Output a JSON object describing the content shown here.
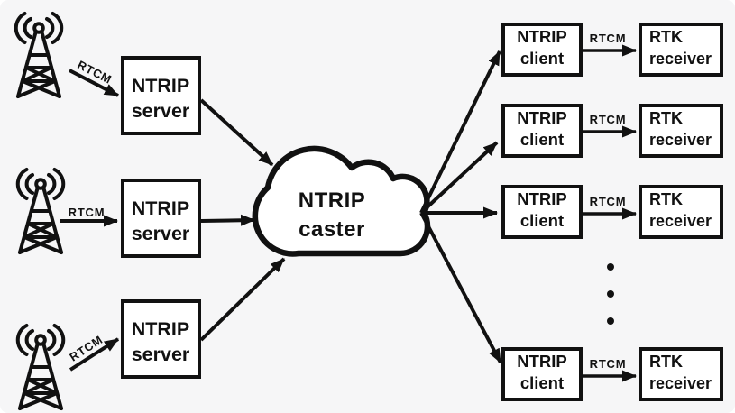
{
  "colors": {
    "background": "#f6f6f7",
    "ink": "#111111",
    "box_fill": "#ffffff"
  },
  "labels": {
    "rtcm": "RTCM"
  },
  "caster": {
    "line1": "NTRIP",
    "line2": "caster"
  },
  "servers": [
    {
      "line1": "NTRIP",
      "line2": "server"
    },
    {
      "line1": "NTRIP",
      "line2": "server"
    },
    {
      "line1": "NTRIP",
      "line2": "server"
    }
  ],
  "clients": [
    {
      "line1": "NTRIP",
      "line2": "client"
    },
    {
      "line1": "NTRIP",
      "line2": "client"
    },
    {
      "line1": "NTRIP",
      "line2": "client"
    },
    {
      "line1": "NTRIP",
      "line2": "client"
    }
  ],
  "receivers": [
    {
      "line1": "RTK",
      "line2": "receiver"
    },
    {
      "line1": "RTK",
      "line2": "receiver"
    },
    {
      "line1": "RTK",
      "line2": "receiver"
    },
    {
      "line1": "RTK",
      "line2": "receiver"
    }
  ],
  "ellipsis": {
    "dot_count": 3
  }
}
